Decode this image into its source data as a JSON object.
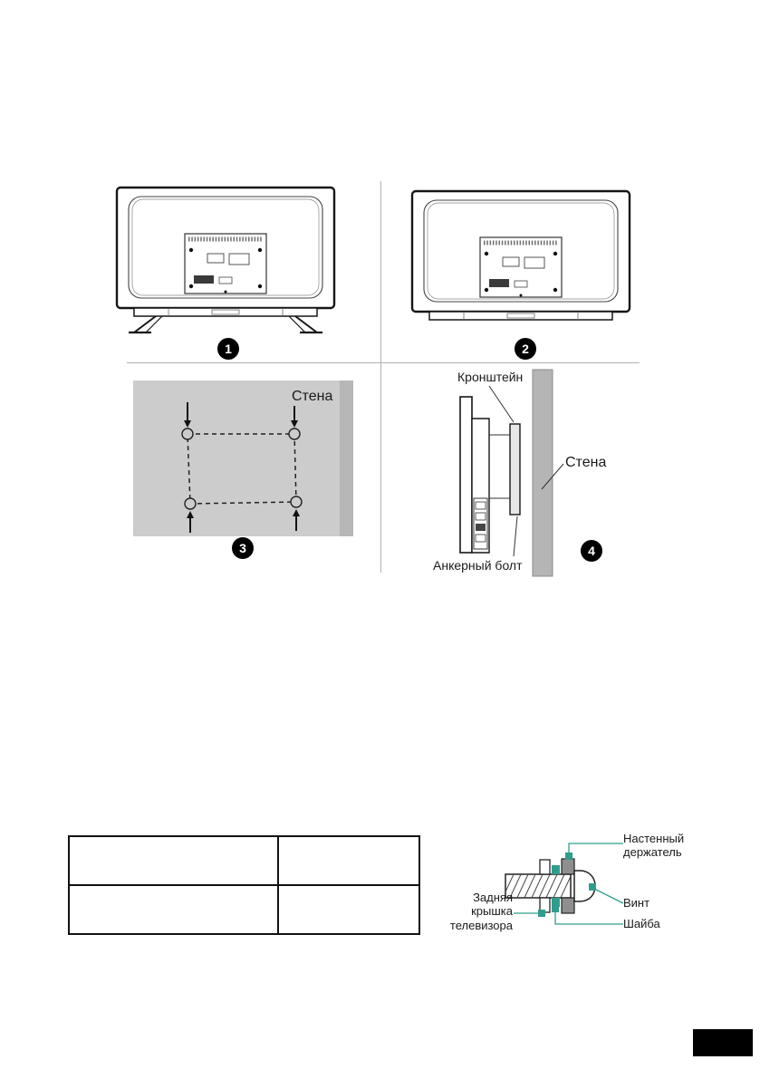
{
  "steps": {
    "one": "1",
    "two": "2",
    "three": "3",
    "four": "4"
  },
  "fig3": {
    "wall": "Стена"
  },
  "fig4": {
    "bracket": "Кронштейн",
    "wall": "Стена",
    "anchor": "Анкерный болт"
  },
  "screw": {
    "holder": "Настенный держатель",
    "screw": "Винт",
    "washer": "Шайба",
    "cover": "Задняя крышка телевизора",
    "accent": "#2f9d8c"
  },
  "table": {
    "r1c1": "",
    "r1c2": "",
    "r2c1": "",
    "r2c2": ""
  }
}
